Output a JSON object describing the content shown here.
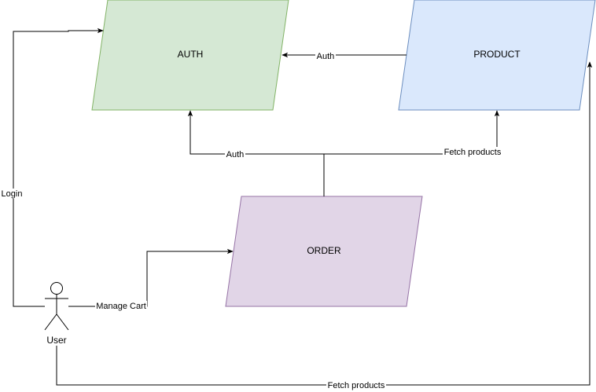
{
  "diagram": {
    "nodes": {
      "auth": {
        "label": "AUTH",
        "fill": "#d5e8d4",
        "stroke": "#82b366"
      },
      "product": {
        "label": "PRODUCT",
        "fill": "#dae8fc",
        "stroke": "#6c8ebf"
      },
      "order": {
        "label": "ORDER",
        "fill": "#e1d5e7",
        "stroke": "#9673a6"
      }
    },
    "actor": {
      "label": "User"
    },
    "edges": {
      "login": {
        "label": "Login"
      },
      "manage_cart": {
        "label": "Manage Cart"
      },
      "product_auth": {
        "label": "Auth"
      },
      "order_auth": {
        "label": "Auth"
      },
      "order_fetch_products": {
        "label": "Fetch products"
      },
      "user_fetch_products": {
        "label": "Fetch products"
      }
    }
  }
}
